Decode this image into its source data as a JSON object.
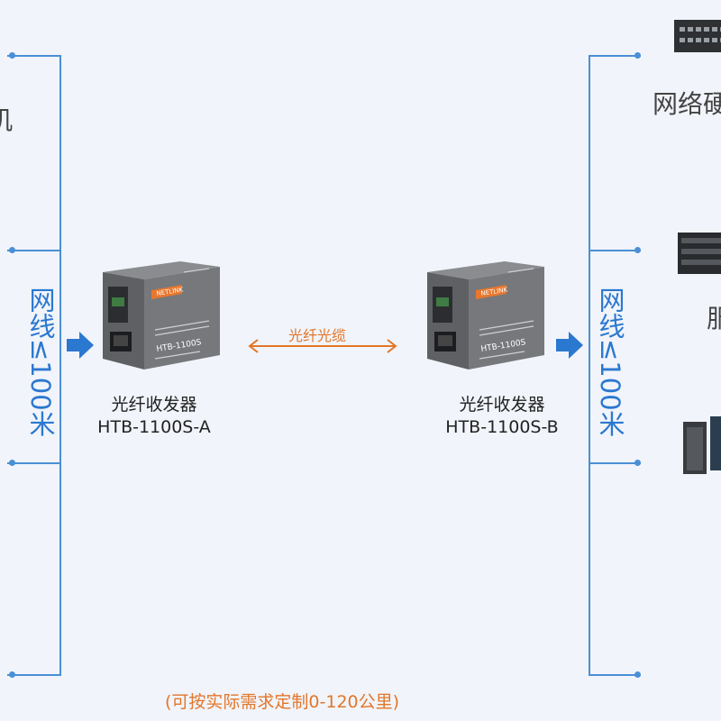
{
  "left_cable_label": "网线≤100米",
  "right_cable_label": "网线≤100米",
  "fiber_label": "光纤光缆",
  "transceiver_a": {
    "name": "光纤收发器",
    "model": "HTB-1100S-A",
    "brand": "NETLINK",
    "device_model": "HTB-1100S"
  },
  "transceiver_b": {
    "name": "光纤收发器",
    "model": "HTB-1100S-B",
    "brand": "NETLINK",
    "device_model": "HTB-1100S"
  },
  "footnote": "(可按实际需求定制0-120公里)",
  "right_partial_labels": [
    "网络硬",
    "服"
  ],
  "left_partial_label": "机",
  "colors": {
    "line": "#4a8fd6",
    "text_blue": "#2b78d0",
    "orange": "#e2762a",
    "device_gray": "#6d6e71"
  }
}
